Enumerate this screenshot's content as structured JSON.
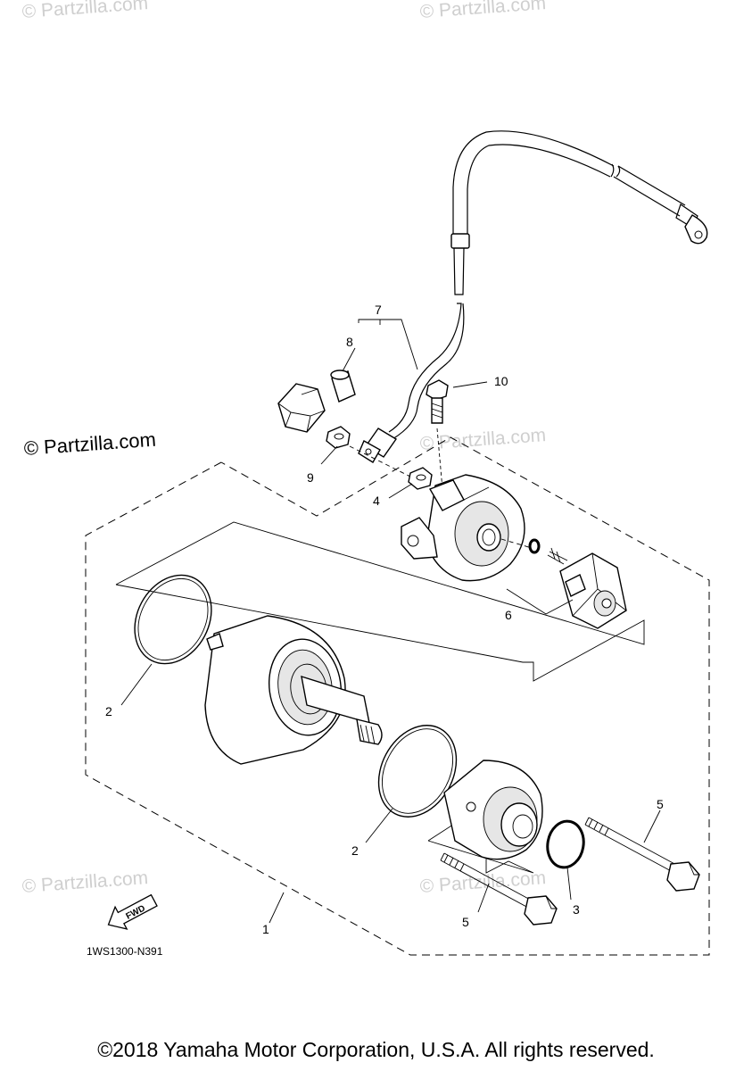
{
  "watermarks": {
    "top_left": "© Partzilla.com",
    "top_center": "© Partzilla.com",
    "left": "© Partzilla.com",
    "middle_right": "© Partzilla.com",
    "bottom_left": "© Partzilla.com",
    "bottom_center": "© Partzilla.com"
  },
  "callouts": {
    "c1": "1",
    "c2a": "2",
    "c2b": "2",
    "c3": "3",
    "c4": "4",
    "c5a": "5",
    "c5b": "5",
    "c6": "6",
    "c7": "7",
    "c8": "8",
    "c9": "9",
    "c10": "10"
  },
  "fwd_label": "FWD",
  "diagram_code": "1WS1300-N391",
  "copyright": "©2018 Yamaha Motor Corporation, U.S.A. All rights reserved."
}
